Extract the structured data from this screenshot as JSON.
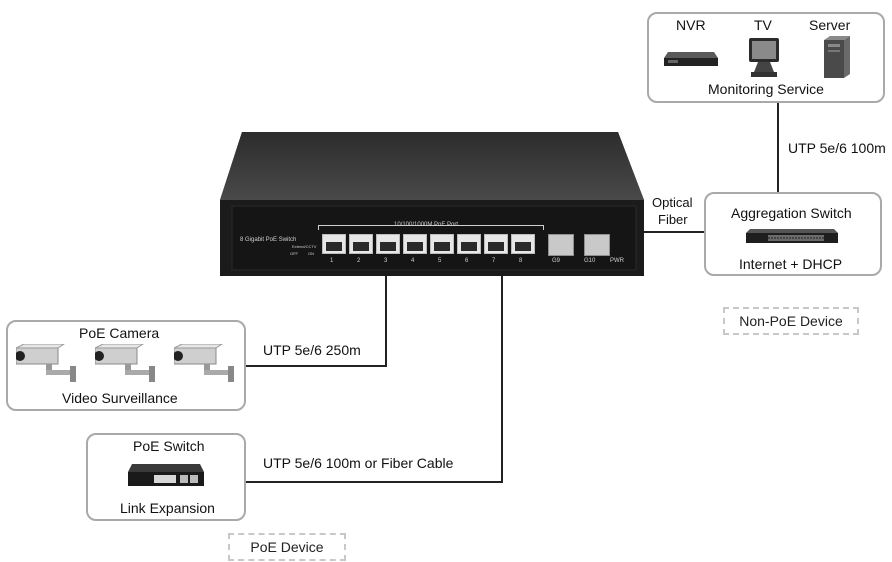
{
  "switch": {
    "brand_label": "8 Gigabit PoE Switch",
    "port_header": "10/100/1000M PoE Port",
    "extend_label": "Extend/CCTV",
    "off_label": "OFF",
    "on_label": "ON",
    "ports": [
      "1",
      "2",
      "3",
      "4",
      "5",
      "6",
      "7",
      "8"
    ],
    "sfp_ports": [
      "G9",
      "G10"
    ],
    "pwr_label": "PWR"
  },
  "monitoring": {
    "devices": [
      "NVR",
      "TV",
      "Server"
    ],
    "caption": "Monitoring Service"
  },
  "aggregation": {
    "title": "Aggregation Switch",
    "subtitle": "Internet + DHCP"
  },
  "camera": {
    "title": "PoE Camera",
    "subtitle": "Video Surveillance"
  },
  "poe_switch": {
    "title": "PoE Switch",
    "subtitle": "Link Expansion"
  },
  "links": {
    "monitor_link": "UTP 5e/6 100m",
    "optical_line1": "Optical",
    "optical_line2": "Fiber",
    "camera_link": "UTP 5e/6 250m",
    "expansion_link": "UTP 5e/6 100m or Fiber Cable"
  },
  "legend": {
    "non_poe": "Non-PoE Device",
    "poe": "PoE Device"
  }
}
